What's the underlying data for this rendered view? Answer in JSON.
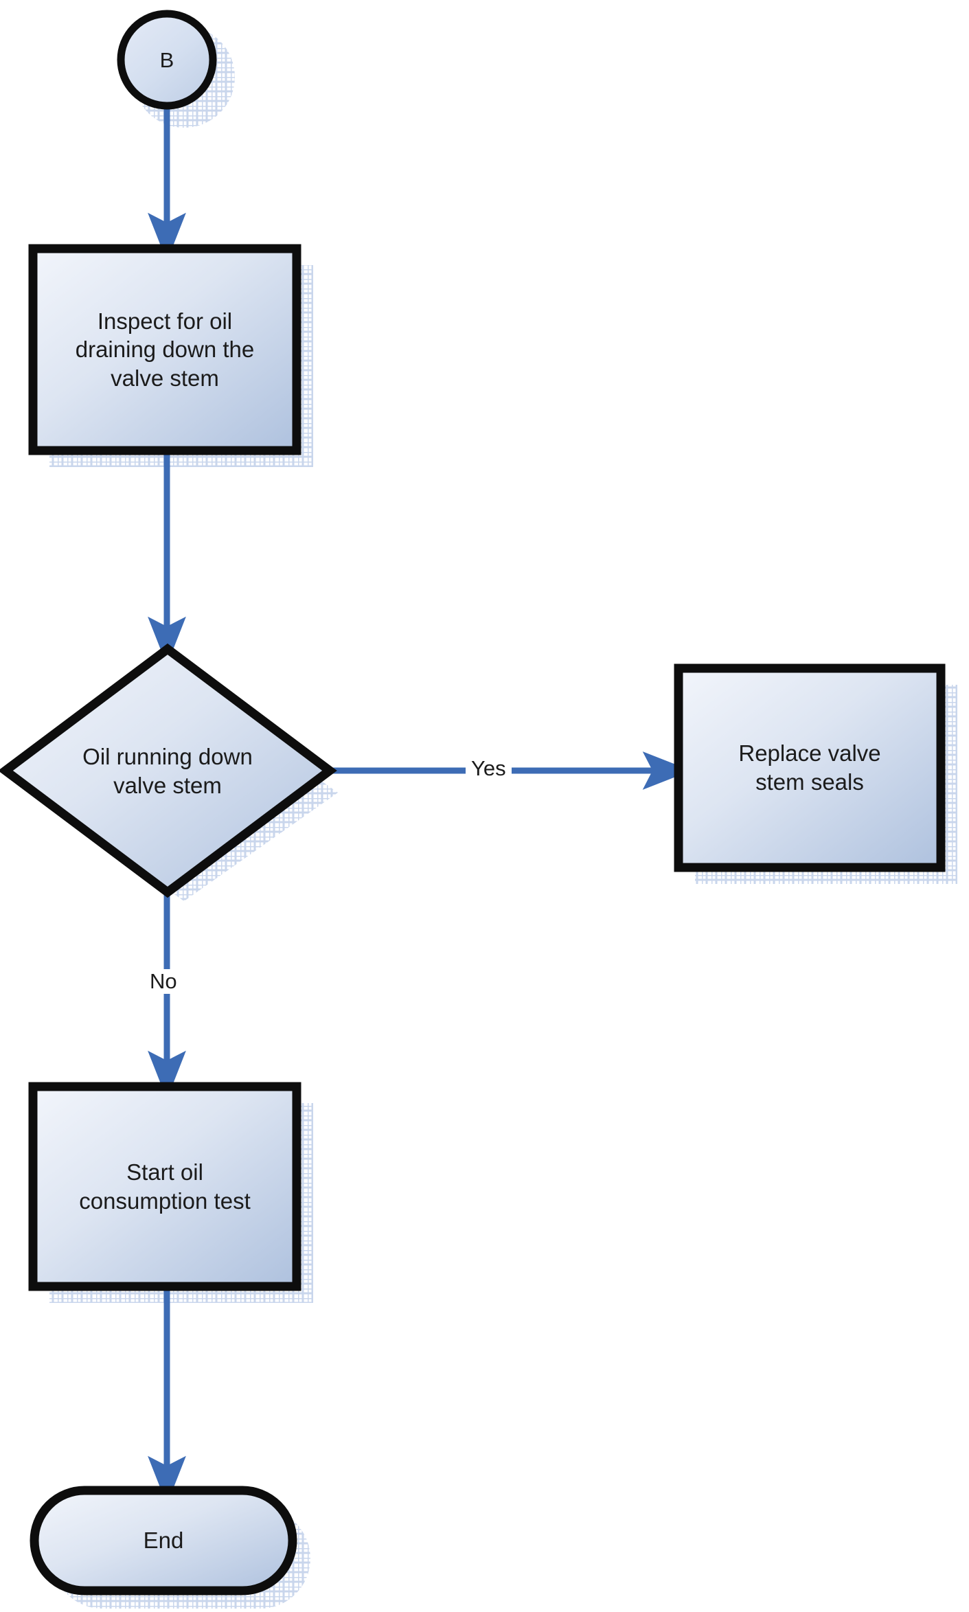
{
  "diagram": {
    "type": "flowchart",
    "title": "",
    "orientation": "top-to-bottom",
    "nodes": [
      {
        "id": "b",
        "shape": "connector",
        "label": "B"
      },
      {
        "id": "inspect",
        "shape": "process",
        "label": "Inspect for oil\ndraining down the\nvalve stem"
      },
      {
        "id": "decision",
        "shape": "decision",
        "label": "Oil running down\nvalve stem"
      },
      {
        "id": "replace",
        "shape": "process",
        "label": "Replace valve\nstem seals"
      },
      {
        "id": "start",
        "shape": "process",
        "label": "Start oil\nconsumption test"
      },
      {
        "id": "end",
        "shape": "terminator",
        "label": "End"
      }
    ],
    "edges": [
      {
        "from": "b",
        "to": "inspect",
        "label": ""
      },
      {
        "from": "inspect",
        "to": "decision",
        "label": ""
      },
      {
        "from": "decision",
        "to": "replace",
        "label": "Yes"
      },
      {
        "from": "decision",
        "to": "start",
        "label": "No"
      },
      {
        "from": "start",
        "to": "end",
        "label": ""
      }
    ],
    "colors": {
      "shape_fill_light": "#eef1f9",
      "shape_fill_dark": "#b0c3e0",
      "shape_border": "#0d0d0d",
      "connector": "#3d6cb5",
      "text": "#1b1b1b",
      "shadow": "#c7d3ea",
      "background": "#ffffff"
    }
  }
}
